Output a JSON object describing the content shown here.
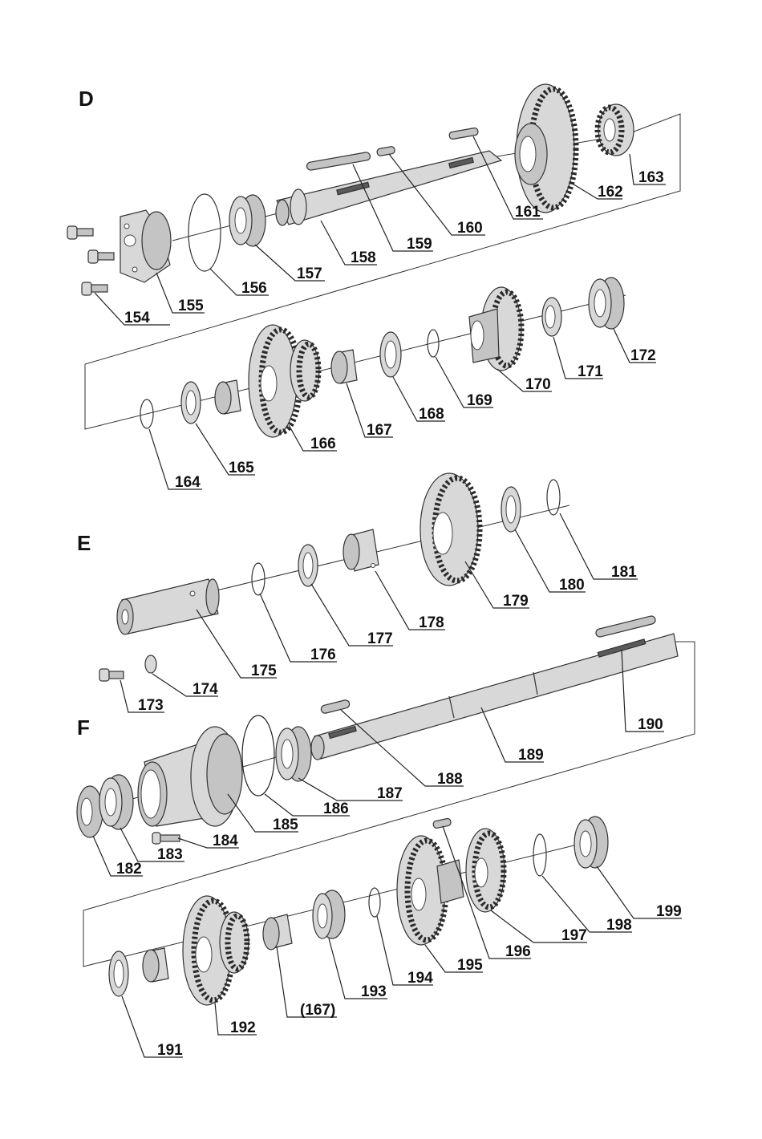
{
  "sections": [
    {
      "key": "D",
      "label": "D"
    },
    {
      "key": "E",
      "label": "E"
    },
    {
      "key": "F",
      "label": "F"
    }
  ],
  "parts": [
    {
      "id": "154",
      "label": "154"
    },
    {
      "id": "155",
      "label": "155"
    },
    {
      "id": "156",
      "label": "156"
    },
    {
      "id": "157",
      "label": "157"
    },
    {
      "id": "158",
      "label": "158"
    },
    {
      "id": "159",
      "label": "159"
    },
    {
      "id": "160",
      "label": "160"
    },
    {
      "id": "161",
      "label": "161"
    },
    {
      "id": "162",
      "label": "162"
    },
    {
      "id": "163",
      "label": "163"
    },
    {
      "id": "164",
      "label": "164"
    },
    {
      "id": "165",
      "label": "165"
    },
    {
      "id": "166",
      "label": "166"
    },
    {
      "id": "167",
      "label": "167"
    },
    {
      "id": "168",
      "label": "168"
    },
    {
      "id": "169",
      "label": "169"
    },
    {
      "id": "170",
      "label": "170"
    },
    {
      "id": "171",
      "label": "171"
    },
    {
      "id": "172",
      "label": "172"
    },
    {
      "id": "173",
      "label": "173"
    },
    {
      "id": "174",
      "label": "174"
    },
    {
      "id": "175",
      "label": "175"
    },
    {
      "id": "176",
      "label": "176"
    },
    {
      "id": "177",
      "label": "177"
    },
    {
      "id": "178",
      "label": "178"
    },
    {
      "id": "179",
      "label": "179"
    },
    {
      "id": "180",
      "label": "180"
    },
    {
      "id": "181",
      "label": "181"
    },
    {
      "id": "182",
      "label": "182"
    },
    {
      "id": "183",
      "label": "183"
    },
    {
      "id": "184",
      "label": "184"
    },
    {
      "id": "185",
      "label": "185"
    },
    {
      "id": "186",
      "label": "186"
    },
    {
      "id": "187",
      "label": "187"
    },
    {
      "id": "188",
      "label": "188"
    },
    {
      "id": "189",
      "label": "189"
    },
    {
      "id": "190",
      "label": "190"
    },
    {
      "id": "191",
      "label": "191"
    },
    {
      "id": "192",
      "label": "192"
    },
    {
      "id": "167b",
      "label": "(167)"
    },
    {
      "id": "193",
      "label": "193"
    },
    {
      "id": "194",
      "label": "194"
    },
    {
      "id": "195",
      "label": "195"
    },
    {
      "id": "196",
      "label": "196"
    },
    {
      "id": "197",
      "label": "197"
    },
    {
      "id": "198",
      "label": "198"
    },
    {
      "id": "199",
      "label": "199"
    }
  ]
}
